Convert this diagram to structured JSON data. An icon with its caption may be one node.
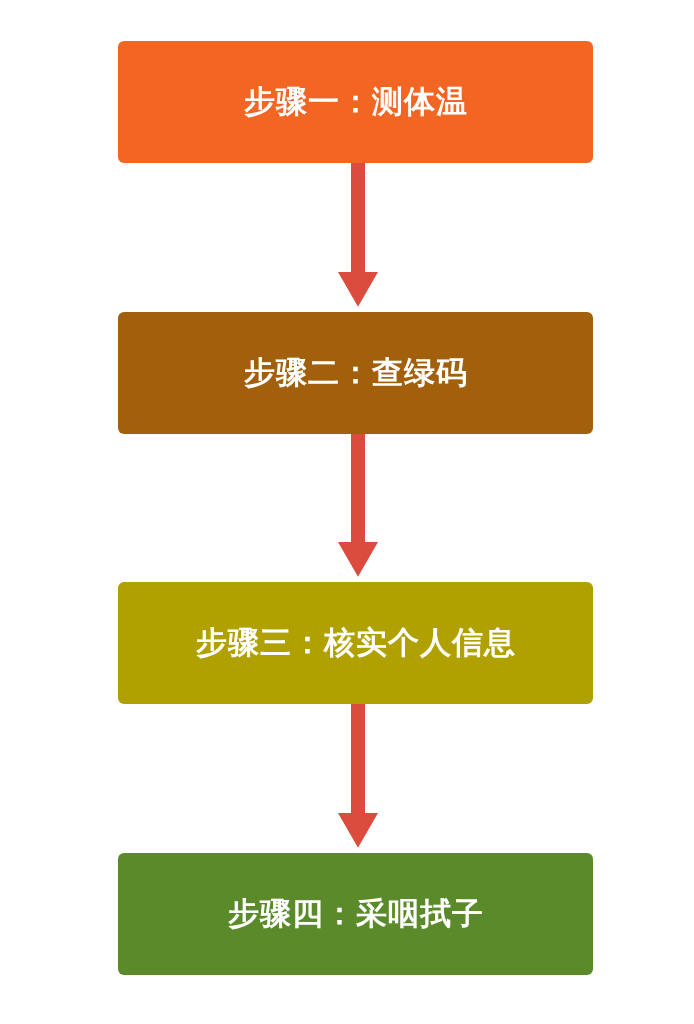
{
  "diagram": {
    "nodes": [
      {
        "text": [
          "步骤一：测体温"
        ]
      },
      {
        "text": [
          "步骤二：查绿码"
        ]
      },
      {
        "text": [
          "步骤三：核实个人信息"
        ]
      },
      {
        "text": [
          "步骤四：采咽拭子"
        ]
      }
    ],
    "edges": [
      {
        "from": 0,
        "to": 1,
        "arrow": "to"
      },
      {
        "from": 1,
        "to": 2,
        "arrow": "to"
      },
      {
        "from": 2,
        "to": 3,
        "arrow": "to"
      }
    ]
  }
}
